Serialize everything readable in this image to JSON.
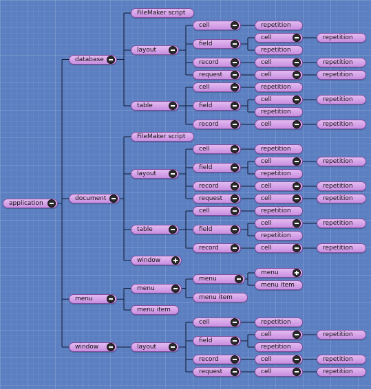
{
  "tree": {
    "label": "application",
    "children": [
      {
        "label": "database",
        "children": [
          {
            "label": "FileMaker script"
          },
          {
            "label": "layout",
            "children": [
              {
                "label": "cell",
                "children": [
                  {
                    "label": "repetition"
                  }
                ]
              },
              {
                "label": "field",
                "children": [
                  {
                    "label": "cell",
                    "children": [
                      {
                        "label": "repetition"
                      }
                    ]
                  },
                  {
                    "label": "repetition"
                  }
                ]
              },
              {
                "label": "record",
                "children": [
                  {
                    "label": "cell",
                    "children": [
                      {
                        "label": "repetition"
                      }
                    ]
                  }
                ]
              },
              {
                "label": "request",
                "children": [
                  {
                    "label": "cell",
                    "children": [
                      {
                        "label": "repetition"
                      }
                    ]
                  }
                ]
              }
            ]
          },
          {
            "label": "table",
            "children": [
              {
                "label": "cell",
                "children": [
                  {
                    "label": "repetition"
                  }
                ]
              },
              {
                "label": "field",
                "children": [
                  {
                    "label": "cell",
                    "children": [
                      {
                        "label": "repetition"
                      }
                    ]
                  },
                  {
                    "label": "repetition"
                  }
                ]
              },
              {
                "label": "record",
                "children": [
                  {
                    "label": "cell",
                    "children": [
                      {
                        "label": "repetition"
                      }
                    ]
                  }
                ]
              }
            ]
          }
        ]
      },
      {
        "label": "document",
        "children": [
          {
            "label": "FileMaker script"
          },
          {
            "label": "layout",
            "children": [
              {
                "label": "cell",
                "children": [
                  {
                    "label": "repetition"
                  }
                ]
              },
              {
                "label": "field",
                "children": [
                  {
                    "label": "cell",
                    "children": [
                      {
                        "label": "repetition"
                      }
                    ]
                  },
                  {
                    "label": "repetition"
                  }
                ]
              },
              {
                "label": "record",
                "children": [
                  {
                    "label": "cell",
                    "children": [
                      {
                        "label": "repetition"
                      }
                    ]
                  }
                ]
              },
              {
                "label": "request",
                "children": [
                  {
                    "label": "cell",
                    "children": [
                      {
                        "label": "repetition"
                      }
                    ]
                  }
                ]
              }
            ]
          },
          {
            "label": "table",
            "children": [
              {
                "label": "cell",
                "children": [
                  {
                    "label": "repetition"
                  }
                ]
              },
              {
                "label": "field",
                "children": [
                  {
                    "label": "cell",
                    "children": [
                      {
                        "label": "repetition"
                      }
                    ]
                  },
                  {
                    "label": "repetition"
                  }
                ]
              },
              {
                "label": "record",
                "children": [
                  {
                    "label": "cell",
                    "children": [
                      {
                        "label": "repetition"
                      }
                    ]
                  }
                ]
              }
            ]
          },
          {
            "label": "window",
            "collapsed": true
          }
        ]
      },
      {
        "label": "menu",
        "children": [
          {
            "label": "menu",
            "children": [
              {
                "label": "menu",
                "children": [
                  {
                    "label": "menu",
                    "collapsed": true
                  },
                  {
                    "label": "menu item"
                  }
                ]
              },
              {
                "label": "menu item"
              }
            ]
          },
          {
            "label": "menu item"
          }
        ]
      },
      {
        "label": "window",
        "children": [
          {
            "label": "layout",
            "children": [
              {
                "label": "cell",
                "children": [
                  {
                    "label": "repetition"
                  }
                ]
              },
              {
                "label": "field",
                "children": [
                  {
                    "label": "cell",
                    "children": [
                      {
                        "label": "repetition"
                      }
                    ]
                  },
                  {
                    "label": "repetition"
                  }
                ]
              },
              {
                "label": "record",
                "children": [
                  {
                    "label": "cell",
                    "children": [
                      {
                        "label": "repetition"
                      }
                    ]
                  }
                ]
              },
              {
                "label": "request",
                "children": [
                  {
                    "label": "cell",
                    "children": [
                      {
                        "label": "repetition"
                      }
                    ]
                  }
                ]
              }
            ]
          }
        ]
      }
    ]
  }
}
